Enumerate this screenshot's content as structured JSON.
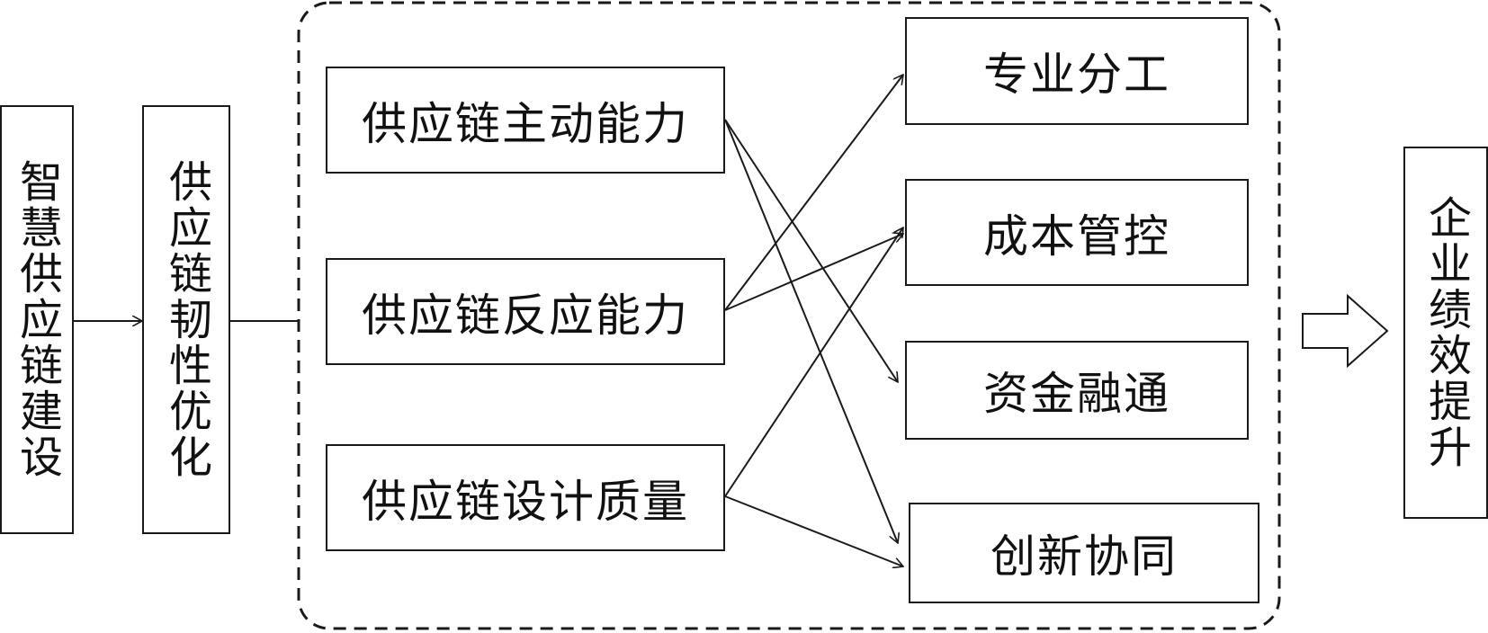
{
  "input_box": {
    "label": "智慧供应链建设"
  },
  "resilience_box": {
    "label": "供应链韧性优化"
  },
  "capabilities": [
    {
      "label": "供应链主动能力"
    },
    {
      "label": "供应链反应能力"
    },
    {
      "label": "供应链设计质量"
    }
  ],
  "outcomes": [
    {
      "label": "专业分工"
    },
    {
      "label": "成本管控"
    },
    {
      "label": "资金融通"
    },
    {
      "label": "创新协同"
    }
  ],
  "result_box": {
    "label": "企业绩效提升"
  },
  "links": [
    {
      "from": "供应链主动能力",
      "to": "资金融通"
    },
    {
      "from": "供应链主动能力",
      "to": "创新协同"
    },
    {
      "from": "供应链反应能力",
      "to": "专业分工"
    },
    {
      "from": "供应链反应能力",
      "to": "成本管控"
    },
    {
      "from": "供应链设计质量",
      "to": "成本管控"
    },
    {
      "from": "供应链设计质量",
      "to": "创新协同"
    }
  ]
}
